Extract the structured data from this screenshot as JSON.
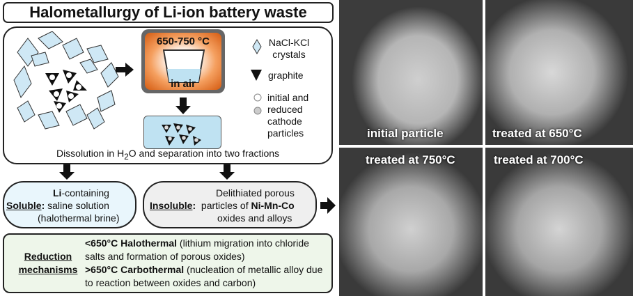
{
  "title": "Halometallurgy of Li-ion battery waste",
  "furnace": {
    "temp": "650-750 °C",
    "atmosphere": "in air"
  },
  "legend": {
    "crystals": "NaCl-KCl crystals",
    "graphite": "graphite",
    "particles": "initial and reduced cathode particles"
  },
  "dissolution": {
    "pre": "Dissolution in H",
    "sub": "2",
    "post": "O and separation into two fractions"
  },
  "soluble": {
    "label": "Soluble",
    "li": "Li",
    "line1": "-containing",
    "line2": "saline solution",
    "line3": "(halothermal brine)"
  },
  "insoluble": {
    "label": "Insoluble",
    "line1": "Delithiated porous",
    "line2a": "particles of ",
    "metals": "Ni-Mn-Co",
    "line3": "oxides and alloys"
  },
  "reduction": {
    "label1": "Reduction",
    "label2": "mechanisms",
    "halo_bold": "<650°C Halothermal",
    "halo_rest": " (lithium migration into chloride salts and formation of porous oxides)",
    "carbo_bold": ">650°C Carbothermal",
    "carbo_rest": " (nucleation of metallic alloy due to reaction between oxides and carbon)"
  },
  "images": [
    "initial particle",
    "treated at 650°C",
    "treated at 750°C",
    "treated at 700°C"
  ]
}
